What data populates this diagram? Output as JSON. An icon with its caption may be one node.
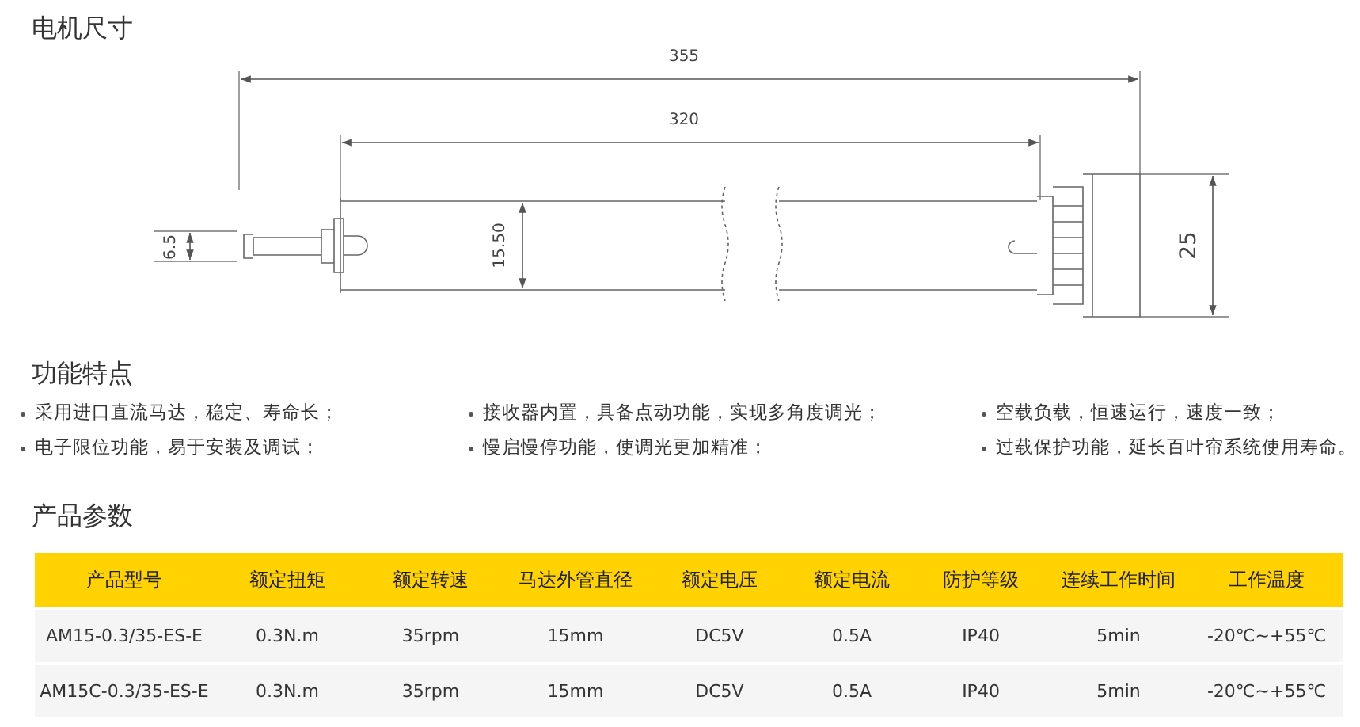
{
  "diagram": {
    "title": "电机尺寸",
    "labels": [
      "355",
      "320",
      "6.5",
      "15.50",
      "25",
      "功能特点",
      "采用进口直流马达，稳定、寿命长；",
      "接收器内置，具备点动功能，实现多角度调光；",
      "空载负载，恒速运行，速度一致；",
      "电子限位功能，易于安装及调试；",
      "慢启慢停功能，使调光更加精准；",
      "过载保护功能，延长百叶帘系统使用寿命。",
      "产品参数",
      "产品型号",
      "额定扭矩",
      "额定转速",
      "马达外管直径",
      "额定电压",
      "额定电流",
      "防护等级",
      "连续工作时间",
      "工作温度",
      "AM15-0.3/35-ES-E",
      "0.3N.m",
      "35rpm",
      "15mm",
      "DC5V",
      "0.5A",
      "IP40",
      "5min",
      "-20℃~+55℃",
      "AM15C-0.3/35-ES-E",
      "0.3N.m",
      "35rpm",
      "15mm",
      "DC5V",
      "0.5A",
      "IP40",
      "5min",
      "-20℃~+55℃"
    ]
  }
}
